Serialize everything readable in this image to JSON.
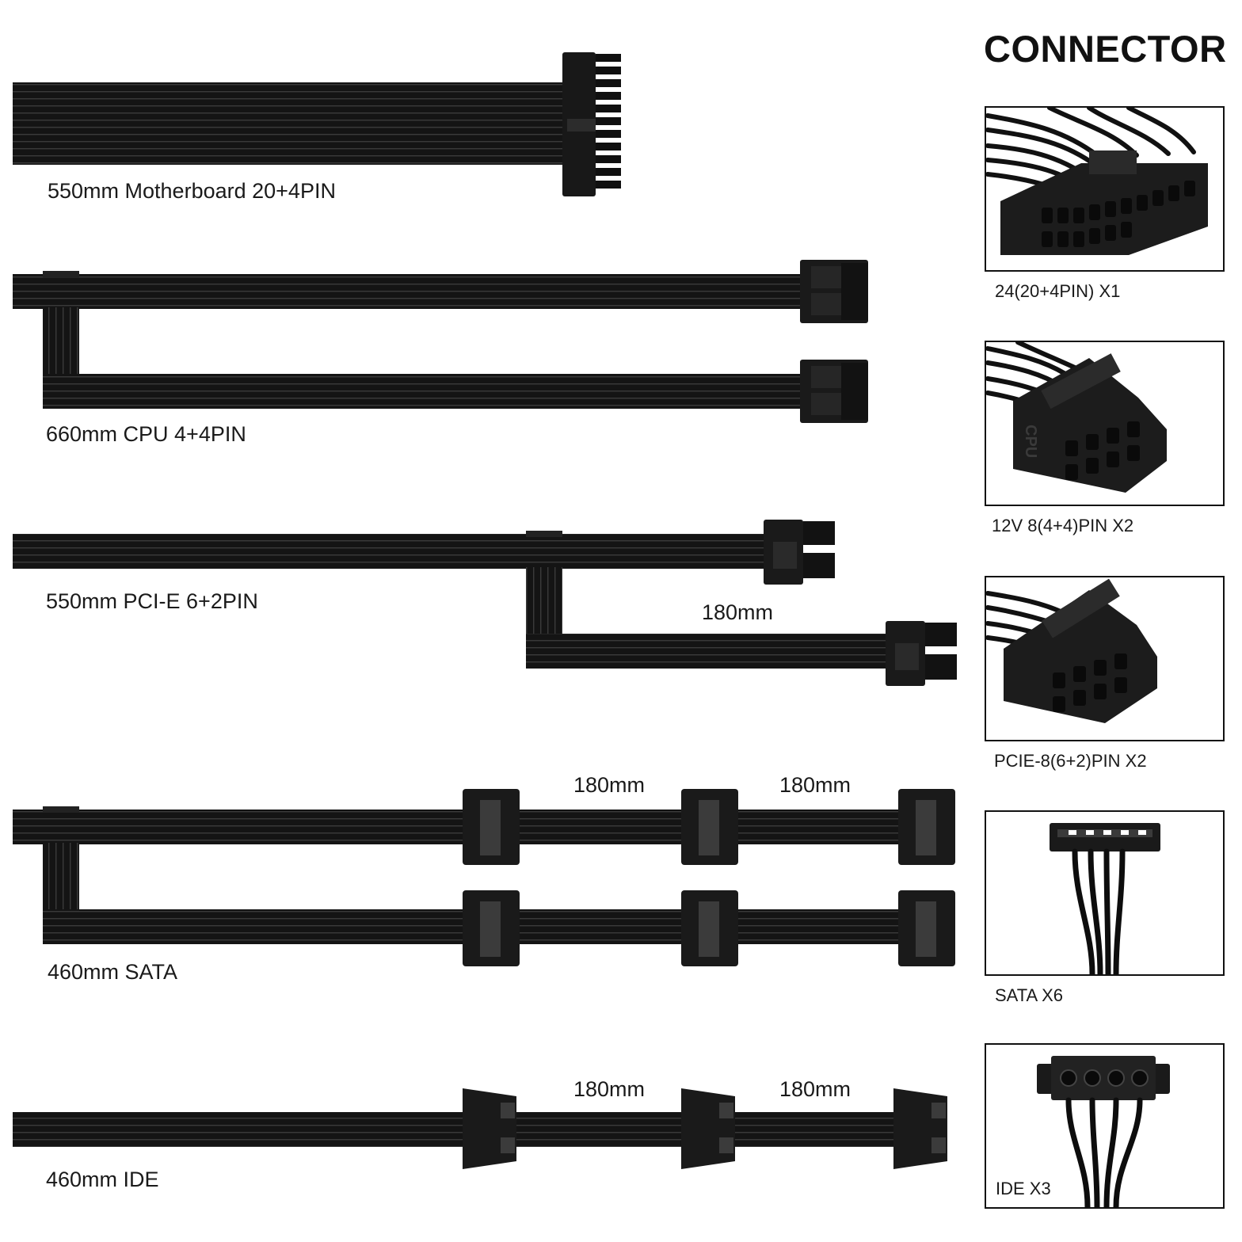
{
  "panel_title": "CONNECTOR",
  "cables": [
    {
      "label": "550mm Motherboard 20+4PIN",
      "segments": []
    },
    {
      "label": "660mm CPU 4+4PIN",
      "segments": []
    },
    {
      "label": "550mm PCI-E 6+2PIN",
      "segments": [
        "180mm"
      ]
    },
    {
      "label": "460mm SATA",
      "segments": [
        "180mm",
        "180mm"
      ]
    },
    {
      "label": "460mm IDE",
      "segments": [
        "180mm",
        "180mm"
      ]
    }
  ],
  "connectors": [
    {
      "caption": "24(20+4PIN) X1",
      "icon": "atx-24pin-connector-icon"
    },
    {
      "caption": "12V 8(4+4)PIN X2",
      "icon": "cpu-8pin-connector-icon",
      "embossed_text": "CPU"
    },
    {
      "caption": "PCIE-8(6+2)PIN X2",
      "icon": "pcie-8pin-connector-icon"
    },
    {
      "caption": "SATA X6",
      "icon": "sata-connector-icon"
    },
    {
      "caption": "IDE X3",
      "icon": "molex-ide-connector-icon"
    }
  ],
  "colors": {
    "cable": "#151515",
    "connector": "#1b1b1b",
    "background": "#ffffff",
    "text": "#1a1a1a"
  }
}
